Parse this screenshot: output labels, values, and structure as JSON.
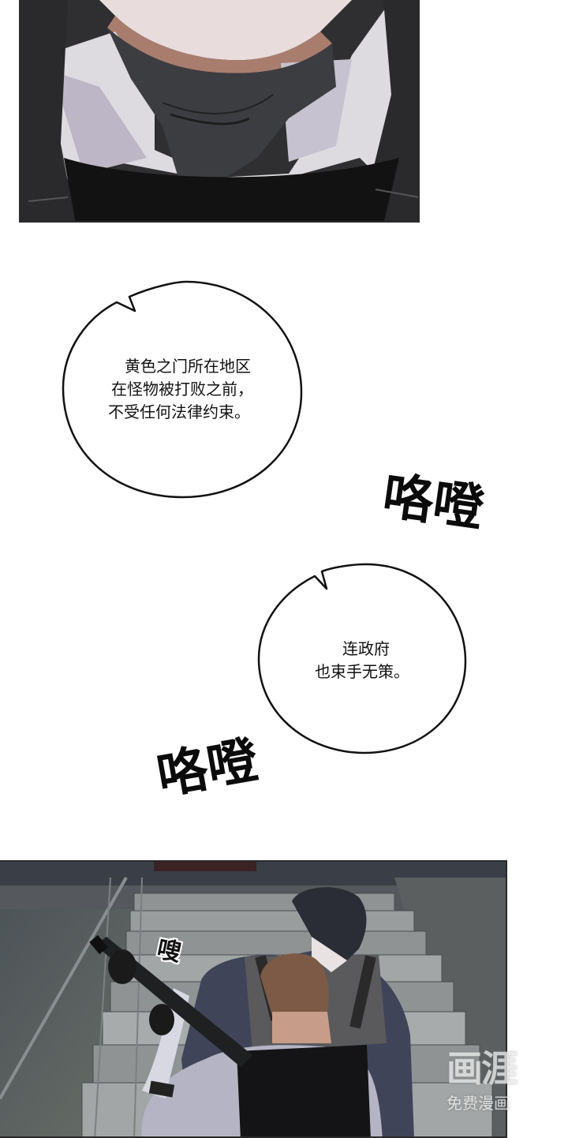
{
  "comic": {
    "panels": [
      {
        "id": "top",
        "description": "close-up of chin and neck, dark turtleneck, white collar, black coat"
      },
      {
        "id": "bottom",
        "description": "two armed men in tactical vests on a concrete staircase"
      }
    ],
    "bubbles": [
      {
        "lines": [
          "黄色之门所在地区",
          "在怪物被打败之前，",
          "不受任何法律约束。"
        ]
      },
      {
        "lines": [
          "连政府",
          "也束手无策。"
        ]
      }
    ],
    "sfx": [
      {
        "text": "咯噔"
      },
      {
        "text": "咯噔"
      },
      {
        "text": "嗖"
      }
    ],
    "watermark": {
      "logo": "画涯",
      "subtitle": "免费漫画"
    }
  }
}
